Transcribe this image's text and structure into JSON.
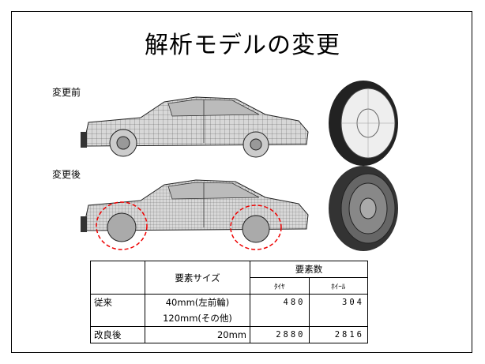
{
  "title": "解析モデルの変更",
  "labels": {
    "before": "変更前",
    "after": "変更後"
  },
  "table": {
    "headers": {
      "element_size": "要素サイズ",
      "element_count": "要素数",
      "tire": "ﾀｲﾔ",
      "wheel": "ﾎｲｰﾙ"
    },
    "rows": [
      {
        "name": "従来",
        "size_line1": "40mm(左前輪)",
        "size_line2": "120mm(その他)",
        "tire": "480",
        "wheel": "304"
      },
      {
        "name": "改良後",
        "size_line1": "20mm",
        "size_line2": "",
        "tire": "2880",
        "wheel": "2816"
      }
    ]
  }
}
